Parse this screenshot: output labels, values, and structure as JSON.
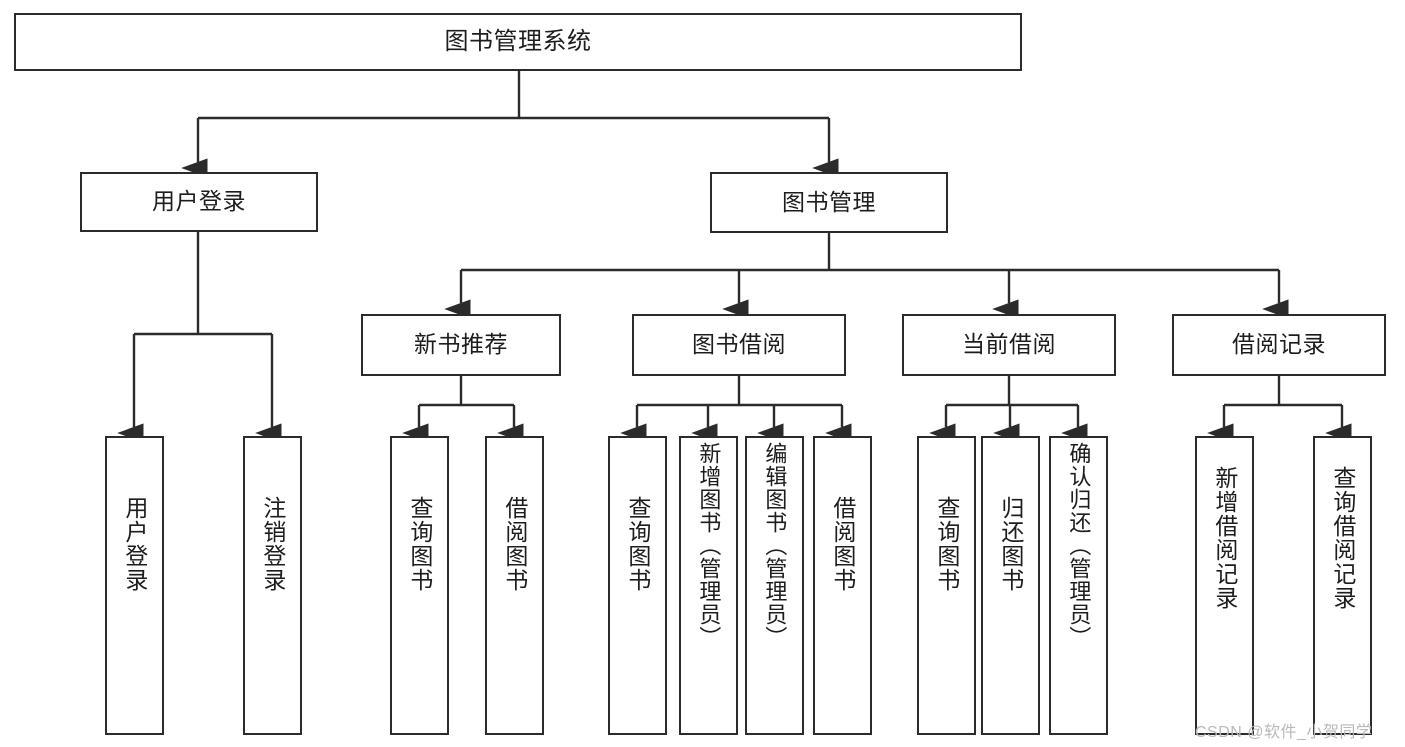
{
  "diagram": {
    "title": "图书管理系统",
    "root": {
      "label": "图书管理系统"
    },
    "level2": [
      {
        "label": "用户登录"
      },
      {
        "label": "图书管理"
      }
    ],
    "level3": [
      {
        "label": "新书推荐"
      },
      {
        "label": "图书借阅"
      },
      {
        "label": "当前借阅"
      },
      {
        "label": "借阅记录"
      }
    ],
    "leaves": {
      "user_login": [
        {
          "label": "用户登录"
        },
        {
          "label": "注销登录"
        }
      ],
      "new_book_recommend": [
        {
          "label": "查询图书"
        },
        {
          "label": "借阅图书"
        }
      ],
      "book_borrow": [
        {
          "label": "查询图书"
        },
        {
          "label": "新增图书（管理员）"
        },
        {
          "label": "编辑图书（管理员）"
        },
        {
          "label": "借阅图书"
        }
      ],
      "current_borrow": [
        {
          "label": "查询图书"
        },
        {
          "label": "归还图书"
        },
        {
          "label": "确认归还（管理员）"
        }
      ],
      "borrow_record": [
        {
          "label": "新增借阅记录"
        },
        {
          "label": "查询借阅记录"
        }
      ]
    },
    "watermark": "CSDN @软件_小贺同学",
    "colors": {
      "stroke": "#2b2b2b",
      "fill": "#ffffff",
      "text": "#1d1d1d",
      "watermark": "#b9b9b9"
    }
  }
}
